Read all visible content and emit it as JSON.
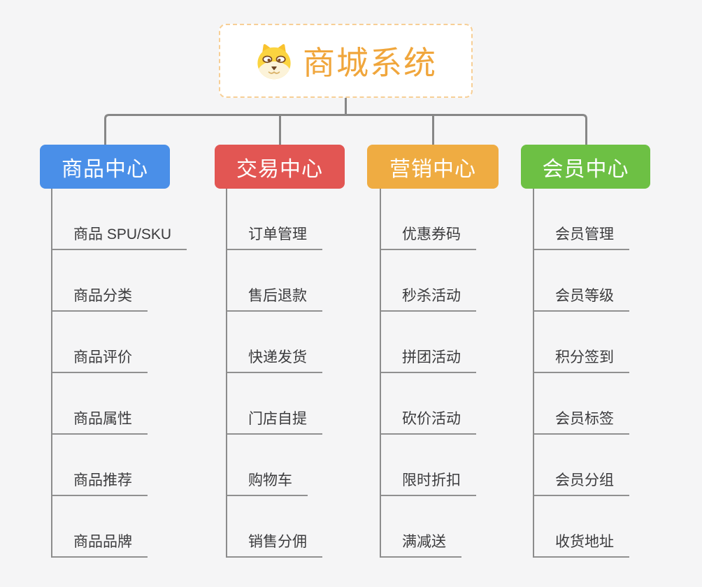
{
  "root": {
    "title": "商城系统",
    "icon": "dog-face",
    "text_color": "#F0A63C",
    "border_color": "#F7CF96"
  },
  "branches": [
    {
      "label": "商品中心",
      "color": "#4A8FE8",
      "children": [
        "商品 SPU/SKU",
        "商品分类",
        "商品评价",
        "商品属性",
        "商品推荐",
        "商品品牌"
      ]
    },
    {
      "label": "交易中心",
      "color": "#E25653",
      "children": [
        "订单管理",
        "售后退款",
        "快递发货",
        "门店自提",
        "购物车",
        "销售分佣"
      ]
    },
    {
      "label": "营销中心",
      "color": "#EFAC42",
      "children": [
        "优惠券码",
        "秒杀活动",
        "拼团活动",
        "砍价活动",
        "限时折扣",
        "满减送"
      ]
    },
    {
      "label": "会员中心",
      "color": "#6DC044",
      "children": [
        "会员管理",
        "会员等级",
        "积分签到",
        "会员标签",
        "会员分组",
        "收货地址"
      ]
    }
  ],
  "colors": {
    "background": "#F5F5F6",
    "connector": "#878787",
    "underline": "#909090",
    "leaf_text": "#3B3B3D"
  }
}
